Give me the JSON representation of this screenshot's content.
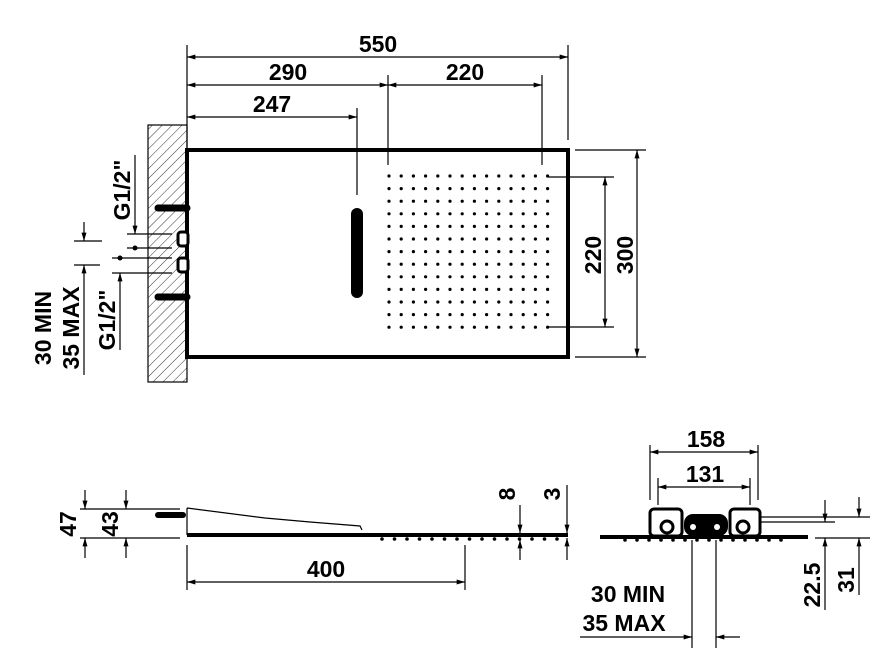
{
  "top_view": {
    "dim_total_width": "550",
    "dim_inlet_offset": "290",
    "dim_nozzle_width": "220",
    "dim_slot_offset": "247",
    "dim_nozzle_height": "220",
    "dim_total_height": "300",
    "thread_upper": "G1/2\"",
    "thread_lower": "G1/2\"",
    "inlet_spacing_min": "30 MIN",
    "inlet_spacing_max": "35 MAX"
  },
  "side_view": {
    "dim_height_outer": "47",
    "dim_height_inner": "43",
    "dim_length": "400",
    "dim_thickness_8": "8",
    "dim_thickness_3": "3"
  },
  "front_view": {
    "dim_housing_width": "158",
    "dim_inner_width": "131",
    "dim_height_22_5": "22.5",
    "dim_height_31": "31",
    "inlet_spacing_min": "30 MIN",
    "inlet_spacing_max": "35 MAX"
  },
  "colors": {
    "line": "#000000",
    "background": "#ffffff"
  }
}
